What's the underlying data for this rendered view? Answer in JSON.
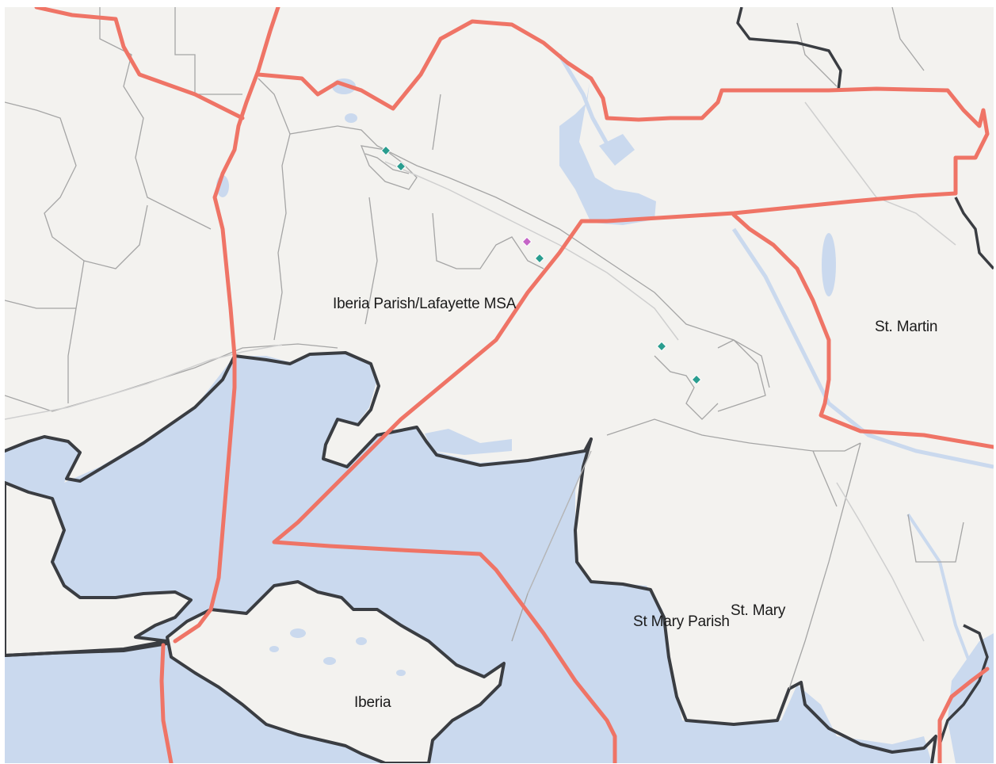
{
  "map": {
    "labels": {
      "msa": "Iberia Parish/Lafayette MSA",
      "st_martin": "St. Martin",
      "st_mary_parish": "St Mary Parish",
      "st_mary": "St. Mary",
      "iberia": "Iberia"
    },
    "colors": {
      "land": "#f3f2ef",
      "water": "#cad9ee",
      "msa_boundary": "#ef7466",
      "coastline": "#3a3d42",
      "minor_boundary": "#9c9c9c",
      "road": "#c9c9c9",
      "marker_teal": "#2a9d8f",
      "marker_magenta": "#c565c7"
    },
    "markers": [
      {
        "name": "marker-teal",
        "color": "teal"
      },
      {
        "name": "marker-teal",
        "color": "teal"
      },
      {
        "name": "marker-magenta",
        "color": "magenta"
      },
      {
        "name": "marker-teal",
        "color": "teal"
      },
      {
        "name": "marker-teal",
        "color": "teal"
      },
      {
        "name": "marker-teal",
        "color": "teal"
      }
    ]
  }
}
